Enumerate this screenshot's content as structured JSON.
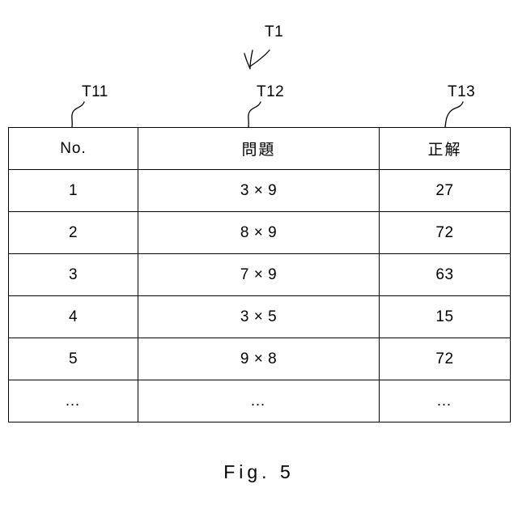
{
  "figure": {
    "caption": "Fig. 5",
    "reference_labels": [
      {
        "id": "T1",
        "text": "T1",
        "target": "table-overall"
      },
      {
        "id": "T11",
        "text": "T11",
        "target": "column-no"
      },
      {
        "id": "T12",
        "text": "T12",
        "target": "column-problem"
      },
      {
        "id": "T13",
        "text": "T13",
        "target": "column-answer"
      }
    ]
  },
  "table": {
    "headers": [
      "No.",
      "問題",
      "正解"
    ],
    "rows": [
      {
        "no": "1",
        "problem": "3 × 9",
        "answer": "27"
      },
      {
        "no": "2",
        "problem": "8 × 9",
        "answer": "72"
      },
      {
        "no": "3",
        "problem": "7 × 9",
        "answer": "63"
      },
      {
        "no": "4",
        "problem": "3 × 5",
        "answer": "15"
      },
      {
        "no": "5",
        "problem": "9 × 8",
        "answer": "72"
      },
      {
        "no": "…",
        "problem": "…",
        "answer": "…"
      }
    ]
  },
  "colors": {
    "ink": "#000000",
    "paper": "#ffffff"
  }
}
